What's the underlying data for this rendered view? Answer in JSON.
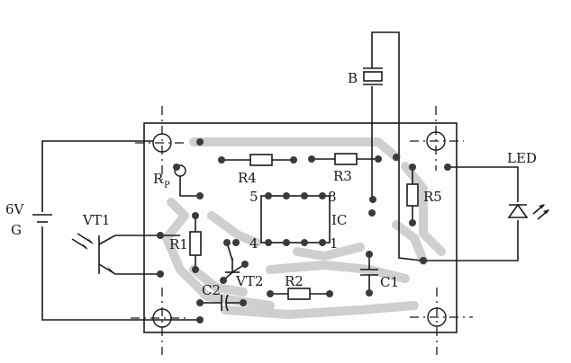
{
  "labels": {
    "battery_voltage": "6V",
    "battery_name": "G",
    "transistor1": "VT1",
    "transistor2": "VT2",
    "pot": "R",
    "pot_sub": "P",
    "r1": "R1",
    "r2": "R2",
    "r3": "R3",
    "r4": "R4",
    "r5": "R5",
    "c1": "C1",
    "c2": "C2",
    "ic": "IC",
    "ic_pin5": "5",
    "ic_pin8": "8",
    "ic_pin4": "4",
    "ic_pin1": "1",
    "buzzer": "B",
    "led": "LED"
  }
}
